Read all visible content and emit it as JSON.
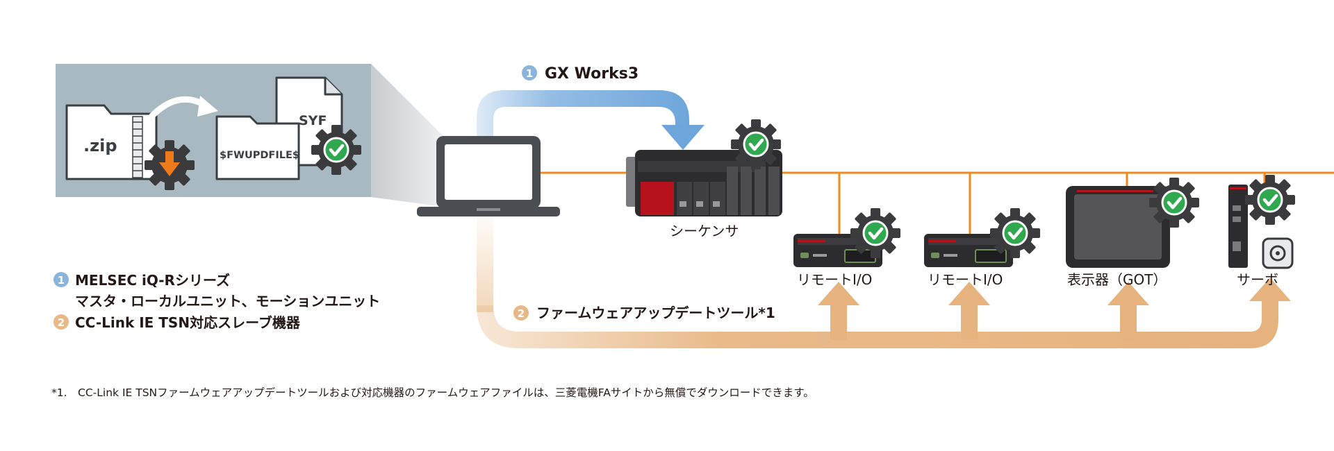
{
  "labels": {
    "zip": ".zip",
    "fwupdfiles": "$FWUPDFILE$",
    "syf": "SYF",
    "gx_works": "GX Works3",
    "sequencer": "シーケンサ",
    "remote_io_1": "リモートI/O",
    "remote_io_2": "リモートI/O",
    "display": "表示器（GOT）",
    "servo": "サーボ",
    "fw_tool": "ファームウェアアップデートツール*1",
    "legend_1_line1": "MELSEC iQ-Rシリーズ",
    "legend_1_line2": "マスタ・ローカルユニット、モーションユニット",
    "legend_2": "CC-Link IE TSN対応スレーブ機器",
    "footnote": "*1.　CC-Link IE TSNファームウェアアップデートツールおよび対応機器のファームウェアファイルは、三菱電機FAサイトから無償でダウンロードできます。"
  },
  "badges": {
    "one": "1",
    "two": "2"
  },
  "icons": {
    "archive": "zip-folder-icon",
    "download": "download-gear-icon",
    "folder": "folder-icon",
    "file": "file-icon",
    "check": "check-gear-icon",
    "laptop": "laptop-icon"
  },
  "colors": {
    "network_line": "#ee8a22",
    "arrow_blue": "#7fb1df",
    "arrow_tan": "#e9bb8a",
    "badge_blue": "#8bb4dd",
    "badge_tan": "#e8b887",
    "panel": "#a9b9c1",
    "device_dark": "#2c2c2e",
    "device_red": "#b5121b",
    "check_green": "#2fa84f",
    "gear": "#3b3b3d",
    "download_orange": "#ee7a1a"
  }
}
